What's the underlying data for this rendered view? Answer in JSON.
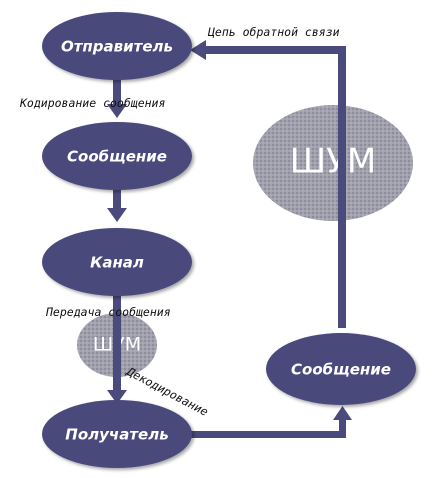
{
  "colors": {
    "node_fill": "#4a4a7c",
    "edge_color": "#4a4a7c",
    "noise_fill": "#9a9aa8",
    "text_light": "#ffffff"
  },
  "nodes": {
    "sender": "Отправитель",
    "message_top": "Сообщение",
    "channel": "Канал",
    "receiver": "Получатель",
    "message_feedback": "Сообщение"
  },
  "edge_labels": {
    "encoding": "Кодирование сообщения",
    "transmission": "Передача сообщения",
    "decoding": "Декодирование",
    "feedback": "Цепь обратной связи"
  },
  "noise": {
    "large": "ШУМ",
    "small": "ШУМ"
  }
}
